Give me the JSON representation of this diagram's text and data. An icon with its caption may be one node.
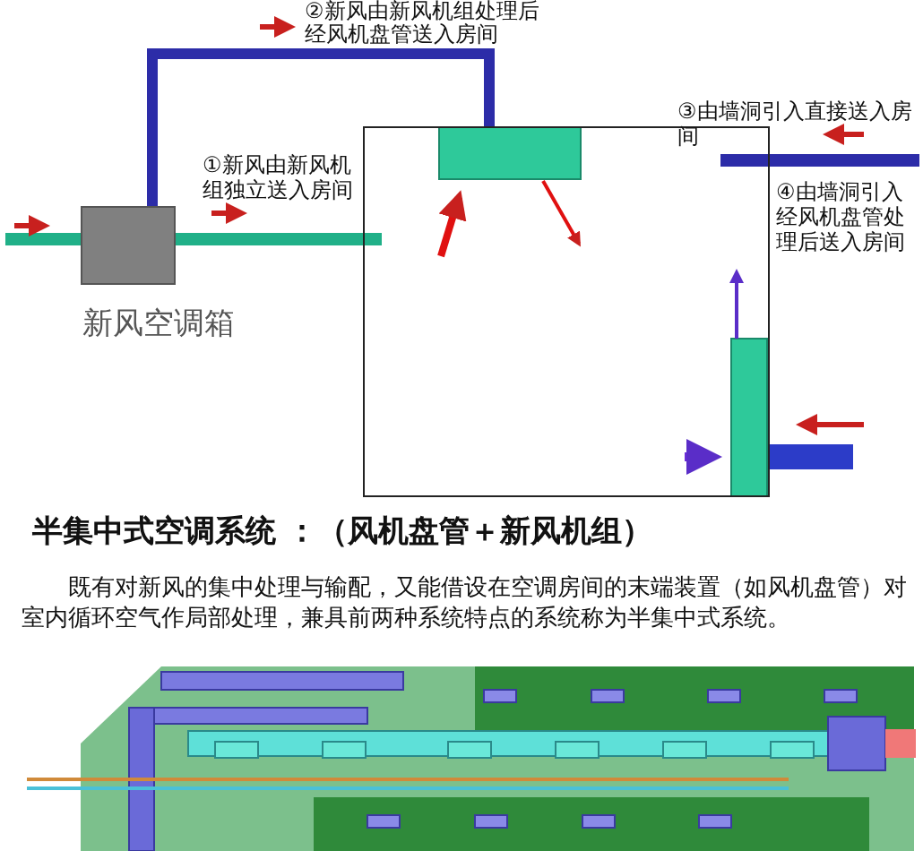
{
  "diagram": {
    "title": "半集中式空调系统 ：（风机盘管＋新风机组）",
    "nodes": [
      {
        "text": [
          "新风空调箱"
        ]
      }
    ],
    "labels": [
      "②新风由新风机组处理后经风机盘管送入房间",
      "③由墙洞引入直接送入房间",
      "①新风由新风机组独立送入房间",
      "④由墙洞引入经风机盘管处理后送入房间",
      "既有对新风的集中处理与输配，又能借设在空调房间的末端装置（如风机盘管）对室内循环空气作局部处理，兼具前两种系统特点的系统称为半集中式系统。"
    ]
  }
}
